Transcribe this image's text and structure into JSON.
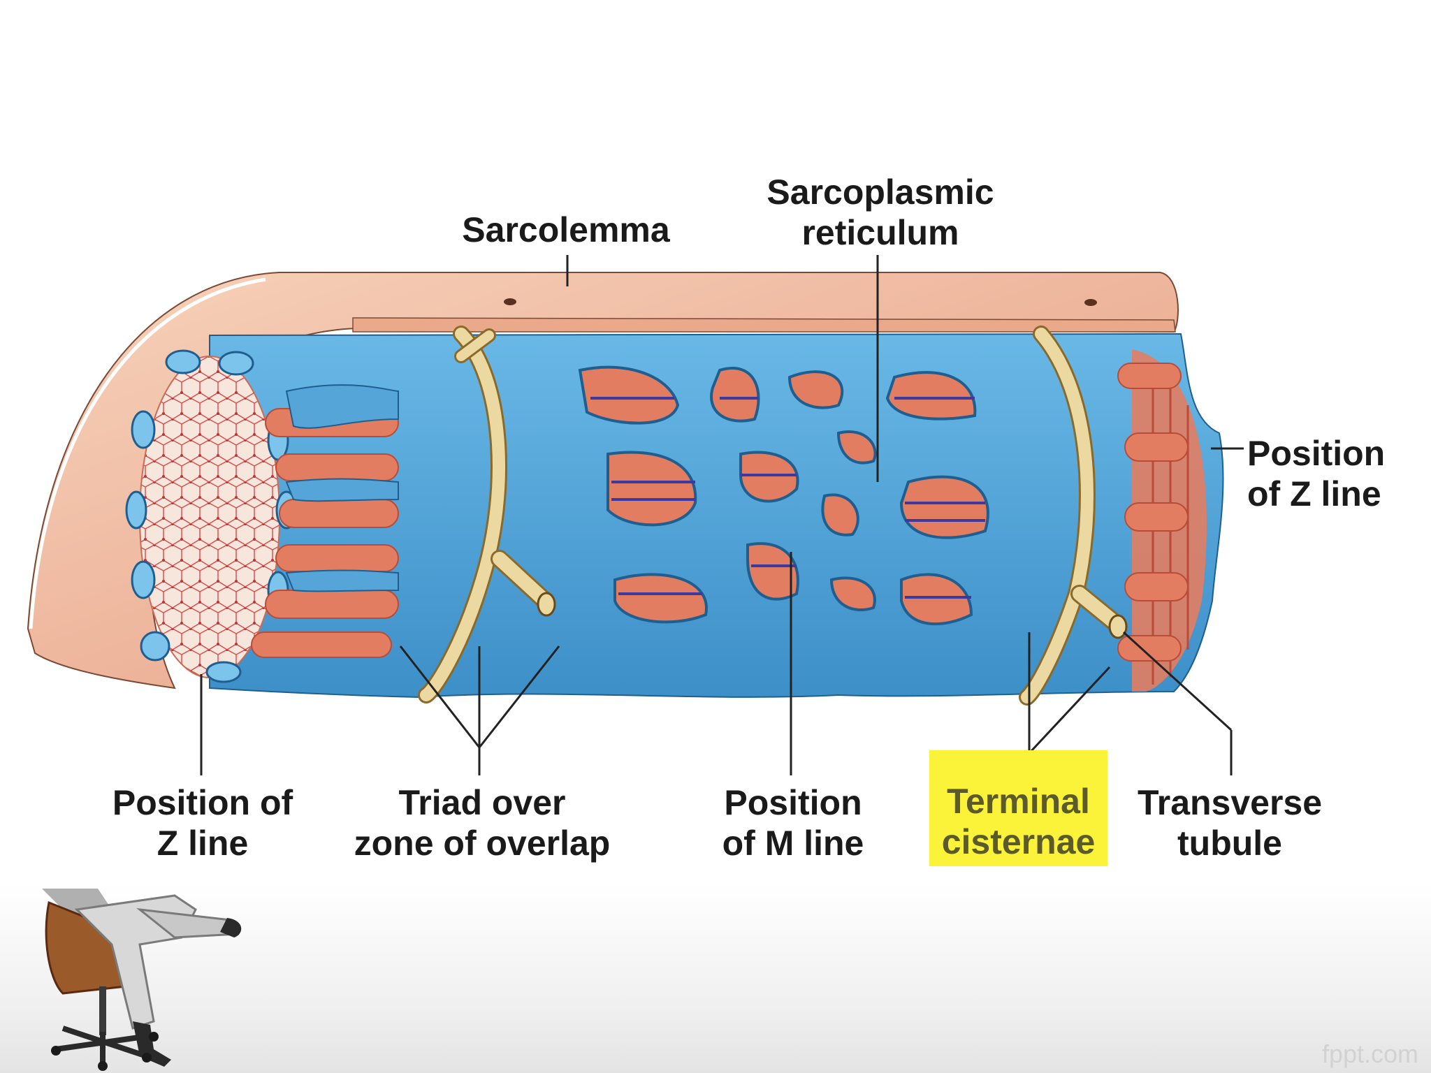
{
  "diagram": {
    "labels": {
      "sarcolemma": "Sarcolemma",
      "sarcoplasmic_line1": "Sarcoplasmic",
      "sarcoplasmic_line2": "reticulum",
      "zline_right_line1": "Position",
      "zline_right_line2": "of Z line",
      "zline_left_line1": "Position of",
      "zline_left_line2": "Z line",
      "triad_line1": "Triad over",
      "triad_line2": "zone of overlap",
      "mline_line1": "Position",
      "mline_line2": "of M line",
      "terminal_line1": "Terminal",
      "terminal_line2": "cisternae",
      "transverse_line1": "Transverse",
      "transverse_line2": "tubule"
    },
    "colors": {
      "sarcolemma": "#f2c2a4",
      "reticulum": "#5aa8d8",
      "reticulum_dark": "#2a73aa",
      "myofibril": "#e07a5f",
      "t_tubule": "#e8d7a0",
      "highlight": "#fbf33a"
    }
  },
  "footer": {
    "watermark": "fppt.com",
    "clipart": "office-man-on-chair-icon"
  }
}
